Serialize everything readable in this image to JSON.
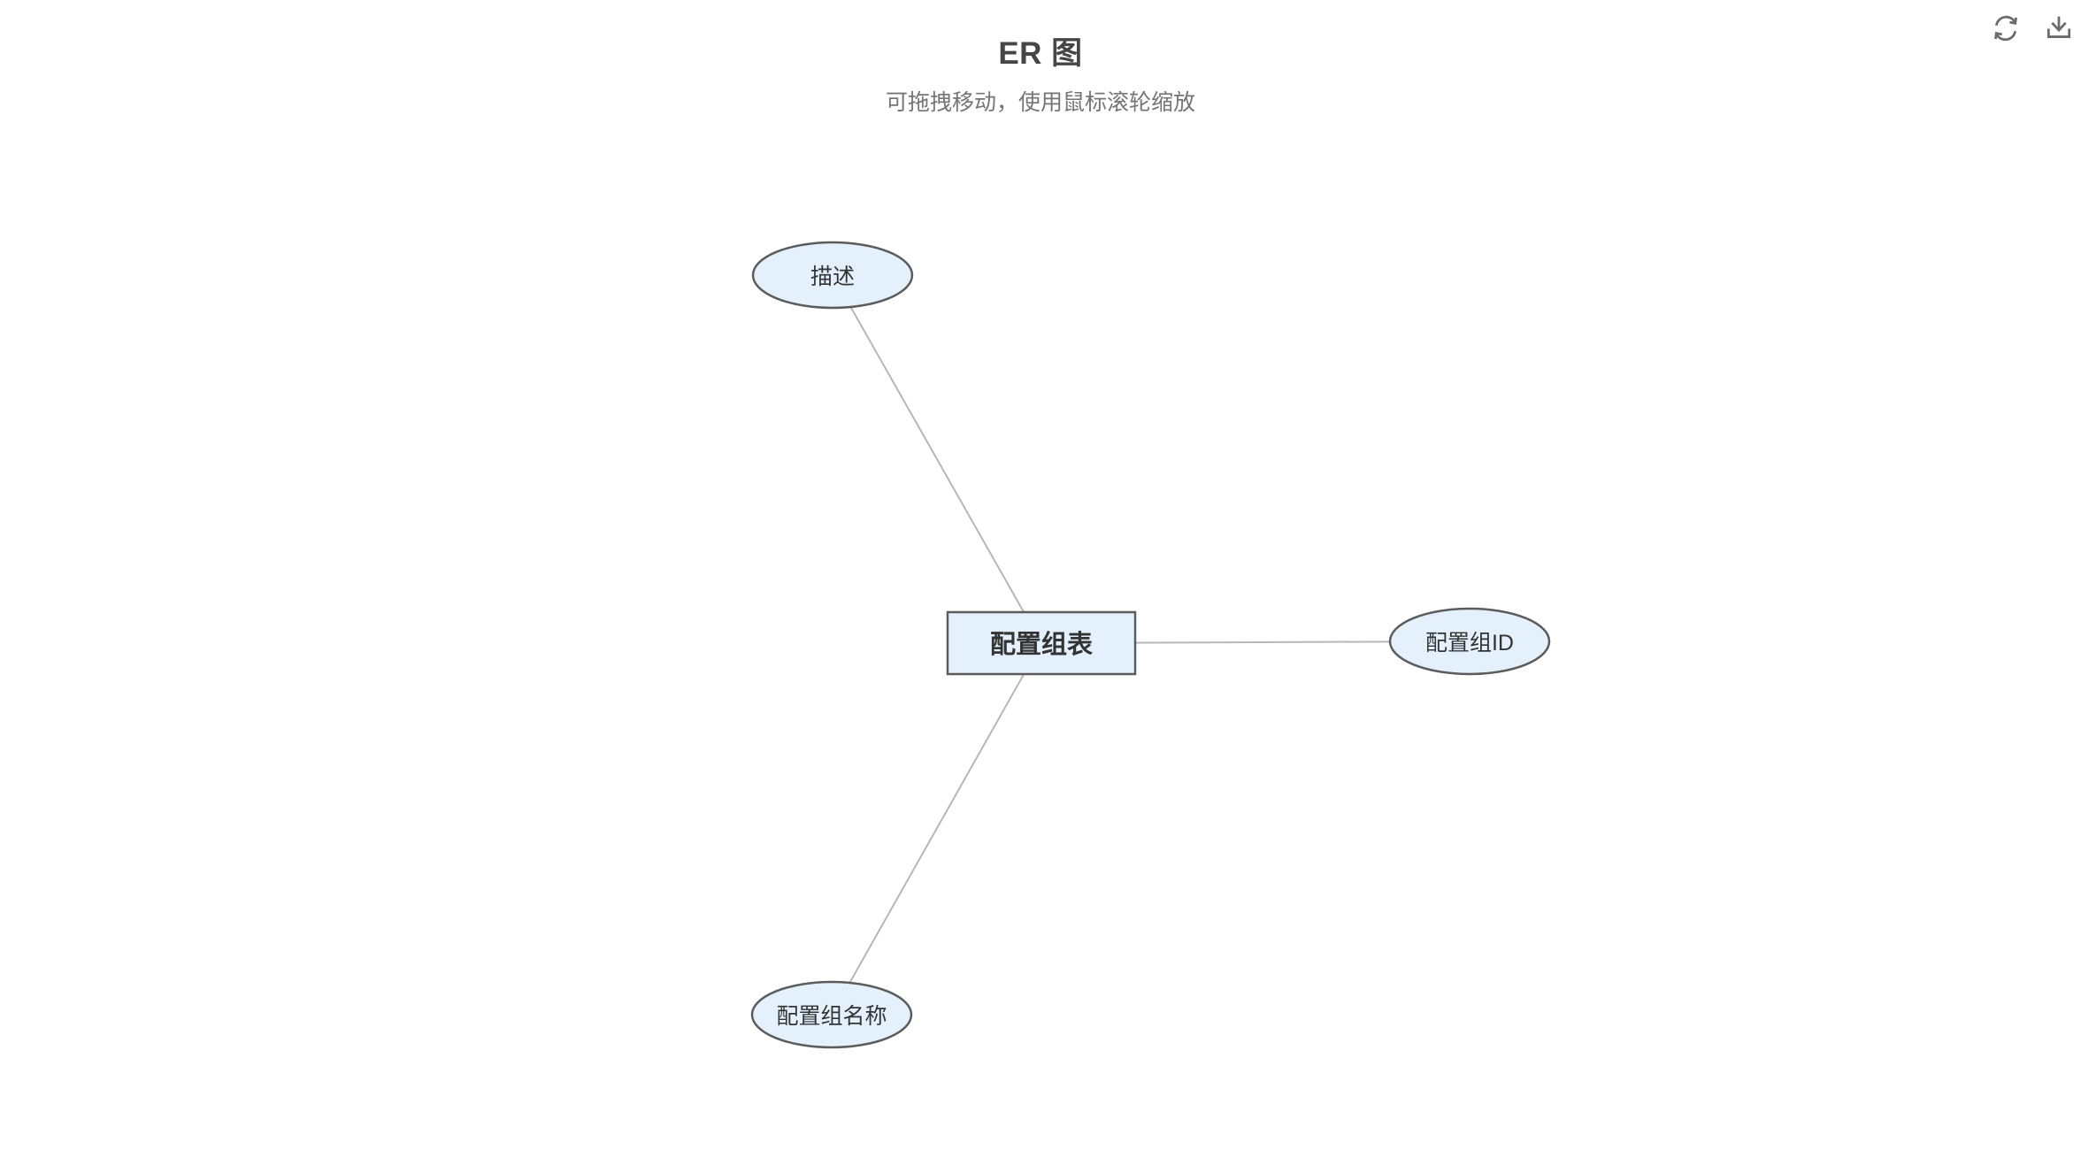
{
  "header": {
    "title": "ER 图",
    "subtitle": "可拖拽移动，使用鼠标滚轮缩放"
  },
  "toolbox": {
    "icons": [
      {
        "name": "restore-icon",
        "action": "restore"
      },
      {
        "name": "download-icon",
        "action": "save-as-image"
      }
    ]
  },
  "colors": {
    "background": "#ffffff",
    "title": "#464646",
    "subtitle": "#757575",
    "node_fill": "#e4f1fc",
    "node_border": "#5c5c5c",
    "edge": "#b7b7b7",
    "node_label": "#333333",
    "toolbox_icon": "#6b6b6b"
  },
  "diagram": {
    "type": "er-graph",
    "nodes": [
      {
        "id": "entity-table",
        "label": "配置组表",
        "shape": "rect",
        "role": "entity"
      },
      {
        "id": "attr-description",
        "label": "描述",
        "shape": "ellipse",
        "role": "attribute"
      },
      {
        "id": "attr-group-id",
        "label": "配置组ID",
        "shape": "ellipse",
        "role": "attribute"
      },
      {
        "id": "attr-group-name",
        "label": "配置组名称",
        "shape": "ellipse",
        "role": "attribute"
      }
    ],
    "edges": [
      {
        "source": "配置组表",
        "target": "描述"
      },
      {
        "source": "配置组表",
        "target": "配置组ID"
      },
      {
        "source": "配置组表",
        "target": "配置组名称"
      }
    ]
  }
}
